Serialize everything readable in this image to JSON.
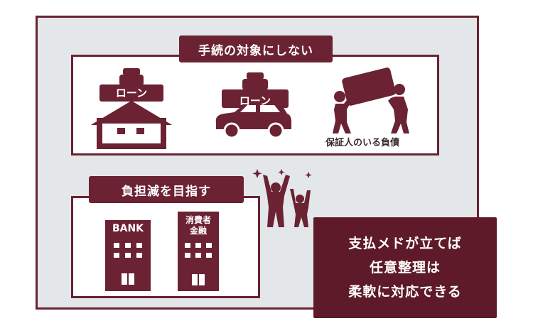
{
  "colors": {
    "accent": "#6b2233",
    "result_bg": "#5e1a28",
    "frame_bg": "#e3e7ea",
    "white": "#ffffff"
  },
  "top_section": {
    "title": "手続の対象にしない",
    "house_loan_tag": "ローン",
    "car_loan_tag": "ローン",
    "guarantor_caption": "保証人のいる負債"
  },
  "bottom_section": {
    "title": "負担減を目指す",
    "bank_label": "BANK",
    "consumer_finance_label_line1": "消費者",
    "consumer_finance_label_line2": "金融"
  },
  "result": {
    "line1": "支払メドが立てば",
    "line2": "任意整理は",
    "line3": "柔軟に対応できる"
  },
  "icons": [
    "house-icon",
    "car-icon",
    "guarantor-carry-icon",
    "celebrating-people-icon",
    "bank-building-icon",
    "consumer-finance-building-icon"
  ]
}
